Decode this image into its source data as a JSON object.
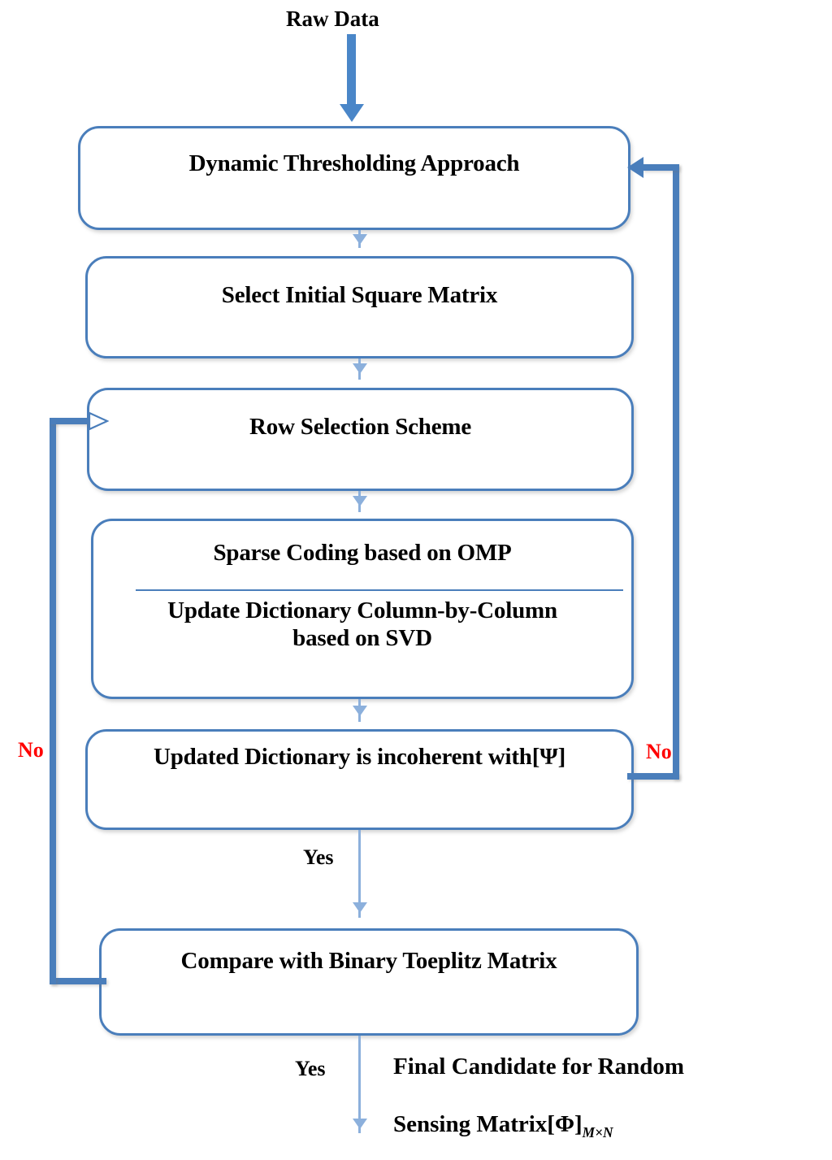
{
  "diagram": {
    "title": "Dictionary learning sensing-matrix design flowchart",
    "colors": {
      "box_border": "#4a7ebb",
      "connector": "#8cb0dc",
      "loop_line": "#4a7ebb",
      "no_label": "#ff0000",
      "yes_label": "#000000",
      "background": "#ffffff"
    },
    "entry": {
      "label": "Raw Data"
    },
    "nodes": [
      {
        "id": "dynamic-thresholding",
        "label": "Dynamic Thresholding Approach"
      },
      {
        "id": "select-initial-square-matrix",
        "label": "Select Initial Square Matrix"
      },
      {
        "id": "row-selection-scheme",
        "label": "Row Selection Scheme"
      },
      {
        "id": "sparse-coding-omp",
        "label": "Sparse Coding based on OMP"
      },
      {
        "id": "update-dictionary-svd",
        "label": "Update Dictionary Column-by-Column based on SVD"
      },
      {
        "id": "updated-dictionary-incoherent",
        "label": "Updated Dictionary is incoherent with[Ψ]"
      },
      {
        "id": "compare-binary-toeplitz",
        "label": "Compare with Binary Toeplitz Matrix"
      }
    ],
    "edge_labels": {
      "no_left": "No",
      "no_right": "No",
      "yes_decision": "Yes",
      "yes_final": "Yes"
    },
    "final_output": {
      "line1": "Final Candidate for Random",
      "line2_prefix": "Sensing Matrix[Φ]",
      "line2_subscript": "M×N"
    }
  }
}
